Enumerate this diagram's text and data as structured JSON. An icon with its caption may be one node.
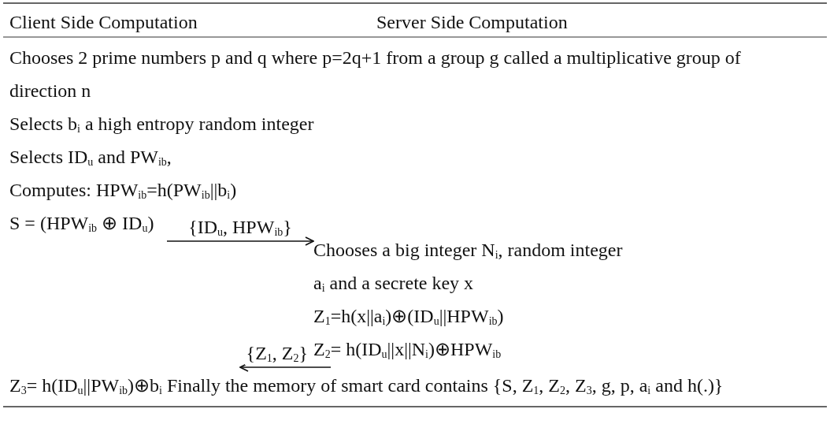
{
  "diagram": {
    "nodes": [
      {
        "text": [
          "Chooses 2 prime numbers p and q where p=2q+1 from a group g called a multiplicative group of direction n",
          "Selects b$_{i}$ a high entropy random integer",
          "Selects ID$_{u}$ and PW$_{ib}$,",
          "Computes: HPW$_{ib}$=h(PW$_{ib}$||b$_{i}$)",
          "S = (HPW$_{ib}$ ⊕ ID$_{u}$)"
        ]
      },
      {
        "text": [
          "Chooses a big integer N$_{i}$, random integer a$_{i}$ and a secrete key x",
          "Z$_{1}$=h(x||a$_{i}$)⊕(ID$_{u}$||HPW$_{ib}$)",
          "Z$_{2}$= h(ID$_{u}$||x||N$_{i}$)⊕HPW$_{ib}$"
        ]
      },
      {
        "text": [
          "Z$_{3}$= h(ID$_{u}$||PW$_{ib}$)⊕b$_{i}$ Finally the memory of smart card contains {S, Z$_{1}$, Z$_{2}$, Z$_{3}$, g, p, a$_{i}$ and h(.)}"
        ]
      }
    ],
    "edges": [
      {
        "from": 0,
        "to": 1,
        "arrow": "to",
        "label": "{ID$_{u}$, HPW$_{ib}$}"
      },
      {
        "from": 1,
        "to": 2,
        "arrow": "to",
        "label": "{Z$_{1}$, Z$_{2}$}"
      }
    ],
    "labels": [
      "Client Side Computation",
      "Server Side Computation"
    ]
  }
}
